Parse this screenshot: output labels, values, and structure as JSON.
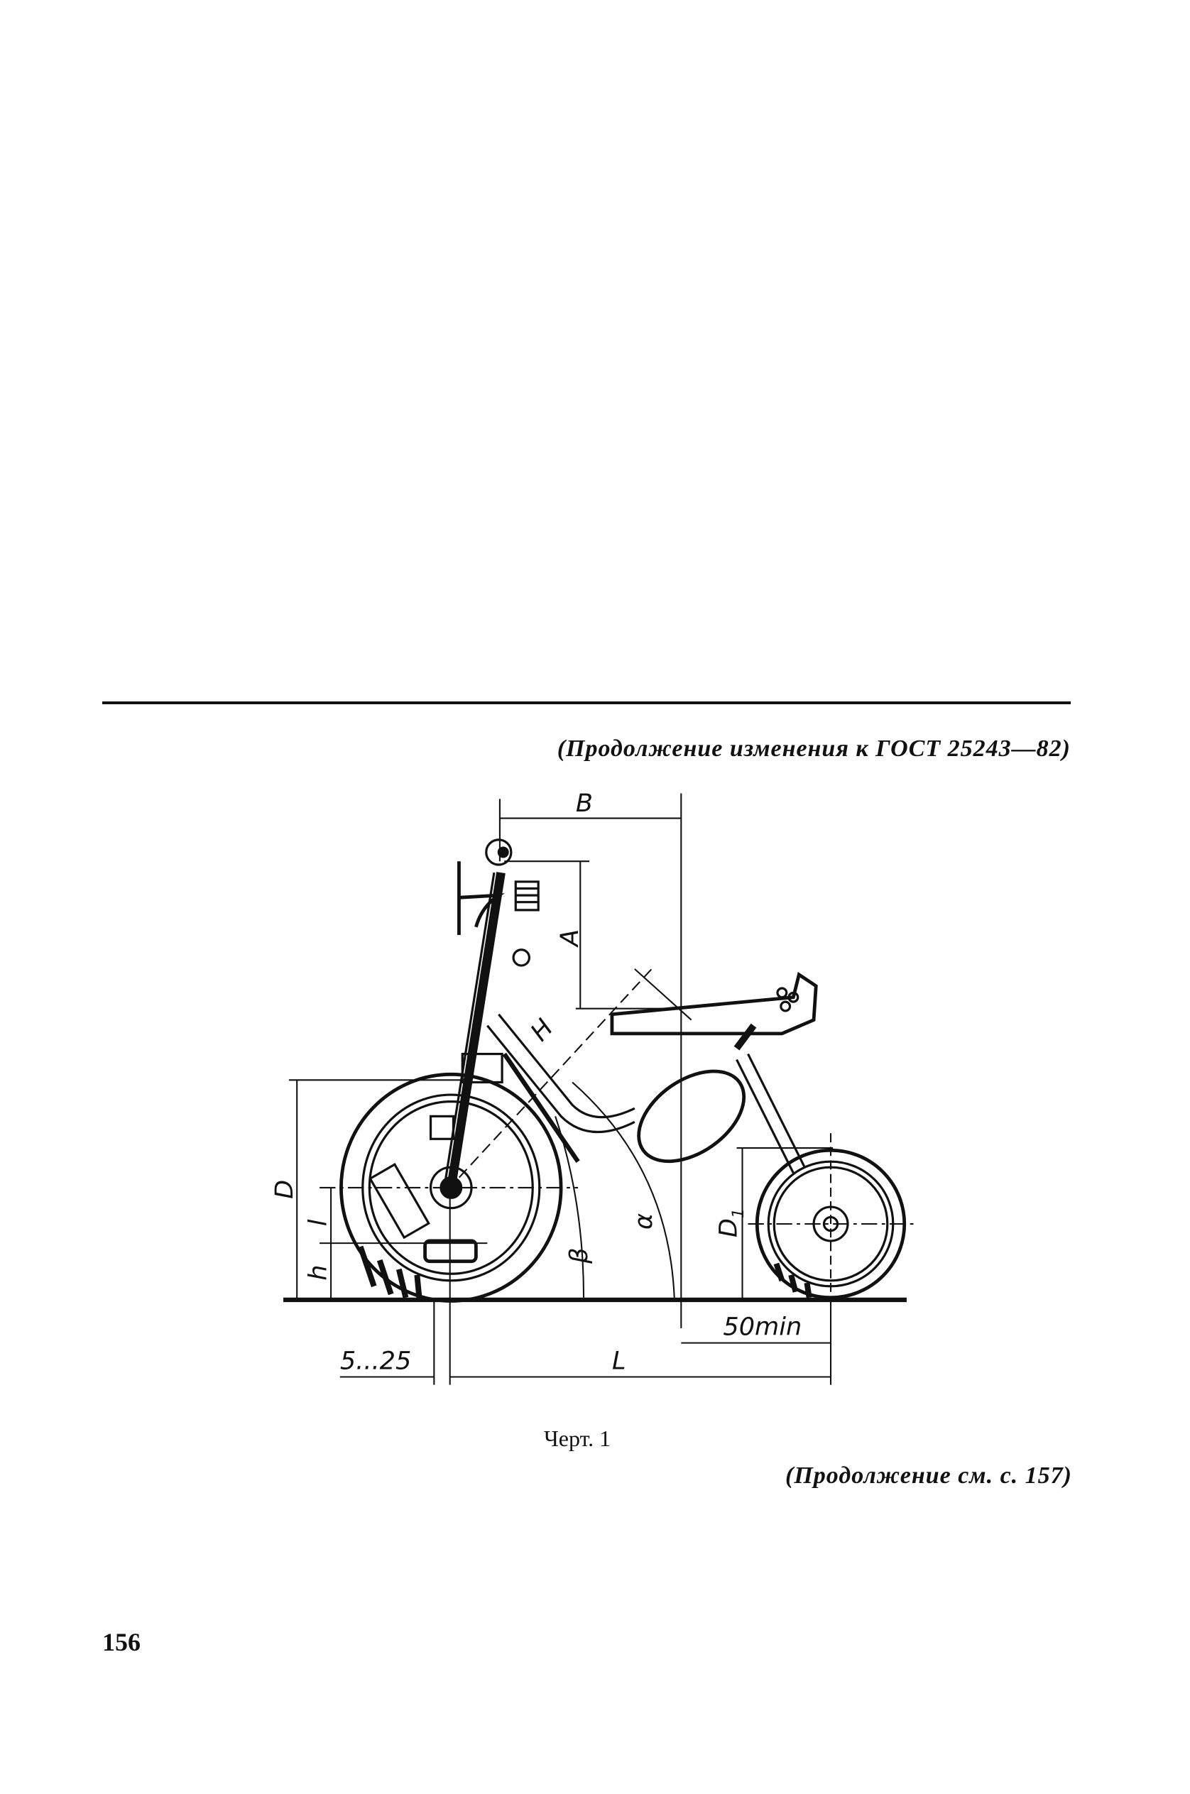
{
  "header": "(Продолжение изменения к ГОСТ 25243—82)",
  "figure": {
    "caption": "Черт. 1",
    "labels": {
      "B": "B",
      "A": "A",
      "H": "H",
      "D": "D",
      "l": "l",
      "h": "h",
      "D1": "D",
      "D1_sub": "1",
      "alpha": "α",
      "beta": "β",
      "min50": "50min",
      "L": "L",
      "range": "5...25"
    }
  },
  "continuation": "(Продолжение см. с. 157)",
  "page_number": "156"
}
